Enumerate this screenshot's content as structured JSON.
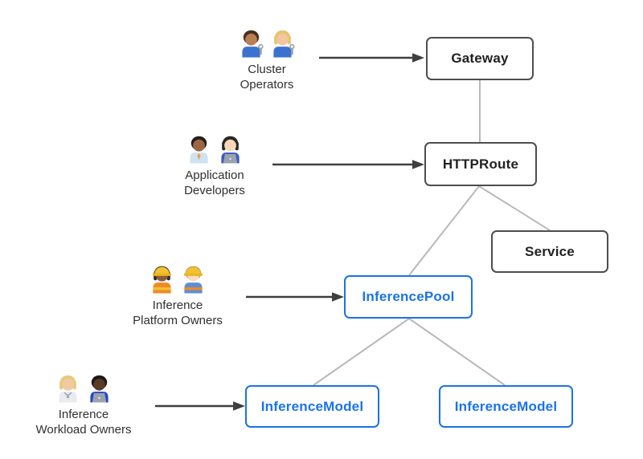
{
  "diagram": {
    "colors": {
      "background": "#ffffff",
      "blue": "#1a73e8",
      "dark_border": "#4d4d4d",
      "node_text": "#212121",
      "connector_line": "#b9b9b9",
      "arrow": "#3f3f3f",
      "label_text": "#303030",
      "helmet_yellow": "#f2c230",
      "laptop_gray": "#9aa3ad"
    },
    "nodes": [
      {
        "id": "gateway",
        "label": "Gateway",
        "variant": "dark"
      },
      {
        "id": "httproute",
        "label": "HTTPRoute",
        "variant": "dark"
      },
      {
        "id": "service",
        "label": "Service",
        "variant": "dark"
      },
      {
        "id": "inferencepool",
        "label": "InferencePool",
        "variant": "blue"
      },
      {
        "id": "inferencemodel-left",
        "label": "InferenceModel",
        "variant": "blue"
      },
      {
        "id": "inferencemodel-right",
        "label": "InferenceModel",
        "variant": "blue"
      }
    ],
    "personas": [
      {
        "id": "cluster-operators",
        "label_line1": "Cluster",
        "label_line2": "Operators",
        "figures": [
          {
            "name": "man-mechanic-emoji",
            "skin": "#b97f56",
            "hair": "#4a2e1d",
            "body": "#3c72cf",
            "wrench": true
          },
          {
            "name": "woman-mechanic-emoji",
            "skin": "#f1c7a0",
            "hair": "#e5c56f",
            "body": "#3c72cf",
            "long_hair": true,
            "wrench": true
          }
        ]
      },
      {
        "id": "application-developers",
        "label_line1": "Application",
        "label_line2": "Developers",
        "figures": [
          {
            "name": "man-office-worker-emoji",
            "skin": "#9c6644",
            "hair": "#26201c",
            "body": "#cfe2f3",
            "tie": "#e8a33d"
          },
          {
            "name": "woman-technologist-emoji",
            "skin": "#f6d7b8",
            "hair": "#2a2623",
            "body": "#3a57c9",
            "long_hair": true,
            "laptop": true
          }
        ]
      },
      {
        "id": "inference-platform-owners",
        "label_line1": "Inference",
        "label_line2": "Platform Owners",
        "figures": [
          {
            "name": "woman-construction-worker-emoji",
            "skin": "#8d5b3c",
            "hair": "#3a2a20",
            "body": "#f08a24",
            "long_hair": true,
            "helmet": true,
            "stripe": "#f3c13a"
          },
          {
            "name": "man-construction-worker-emoji",
            "skin": "#f8dcc0",
            "hair": "#b98d57",
            "body": "#5f8fd0",
            "helmet": true,
            "stripe": "#f08a24"
          }
        ]
      },
      {
        "id": "inference-workload-owners",
        "label_line1": "Inference",
        "label_line2": "Workload Owners",
        "figures": [
          {
            "name": "health-worker-emoji",
            "skin": "#f1c9a2",
            "hair": "#e6cb78",
            "body": "#e9ecef",
            "long_hair": true,
            "stetho": true
          },
          {
            "name": "man-technologist-emoji",
            "skin": "#5a3a25",
            "hair": "#1d1a18",
            "body": "#2447c9",
            "laptop": true
          }
        ]
      }
    ]
  }
}
